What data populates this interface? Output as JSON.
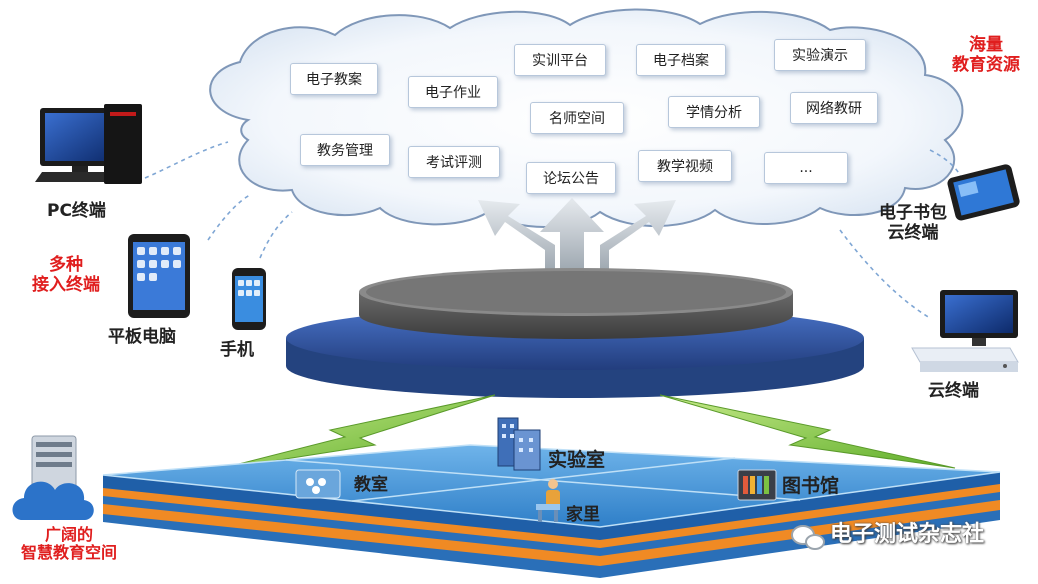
{
  "cloud": {
    "title_line1": "海量",
    "title_line2": "教育资源",
    "resources": [
      "电子教案",
      "电子作业",
      "实训平台",
      "电子档案",
      "实验演示",
      "名师空间",
      "学情分析",
      "网络教研",
      "教务管理",
      "考试评测",
      "论坛公告",
      "教学视频",
      "..."
    ]
  },
  "terminals": {
    "pc": "PC终端",
    "tablet": "平板电脑",
    "phone": "手机",
    "multi_line1": "多种",
    "multi_line2": "接入终端",
    "ebook_line1": "电子书包",
    "ebook_line2": "云终端",
    "cloud_terminal": "云终端"
  },
  "space": {
    "title_line1": "广阔的",
    "title_line2": "智慧教育空间",
    "classroom": "教室",
    "lab": "实验室",
    "library": "图书馆",
    "home": "家里"
  },
  "watermark": "电子测试杂志社",
  "colors": {
    "accent_red": "#e01e1e",
    "platform_blue": "#2e4f9a",
    "disc_gray": "#5c5c5c",
    "bolt_green": "#7cc242",
    "floor_blue": "#3c8fd4",
    "floor_orange": "#f08a24"
  }
}
